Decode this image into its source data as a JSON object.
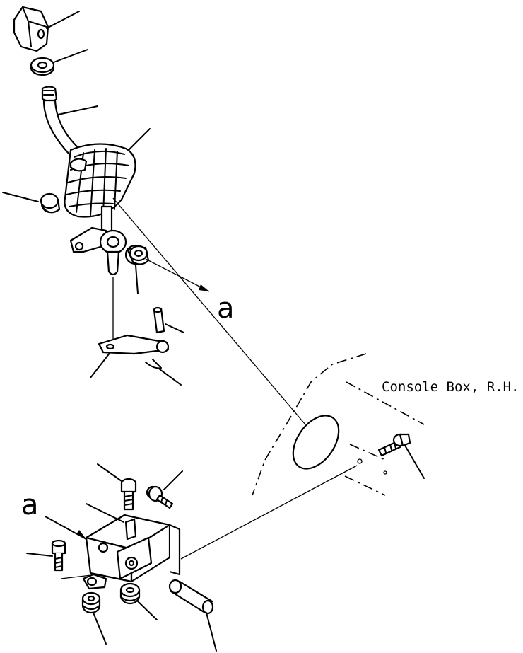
{
  "labels": {
    "console_box": "Console Box, R.H.",
    "ref_top": "a",
    "ref_bottom": "a"
  }
}
